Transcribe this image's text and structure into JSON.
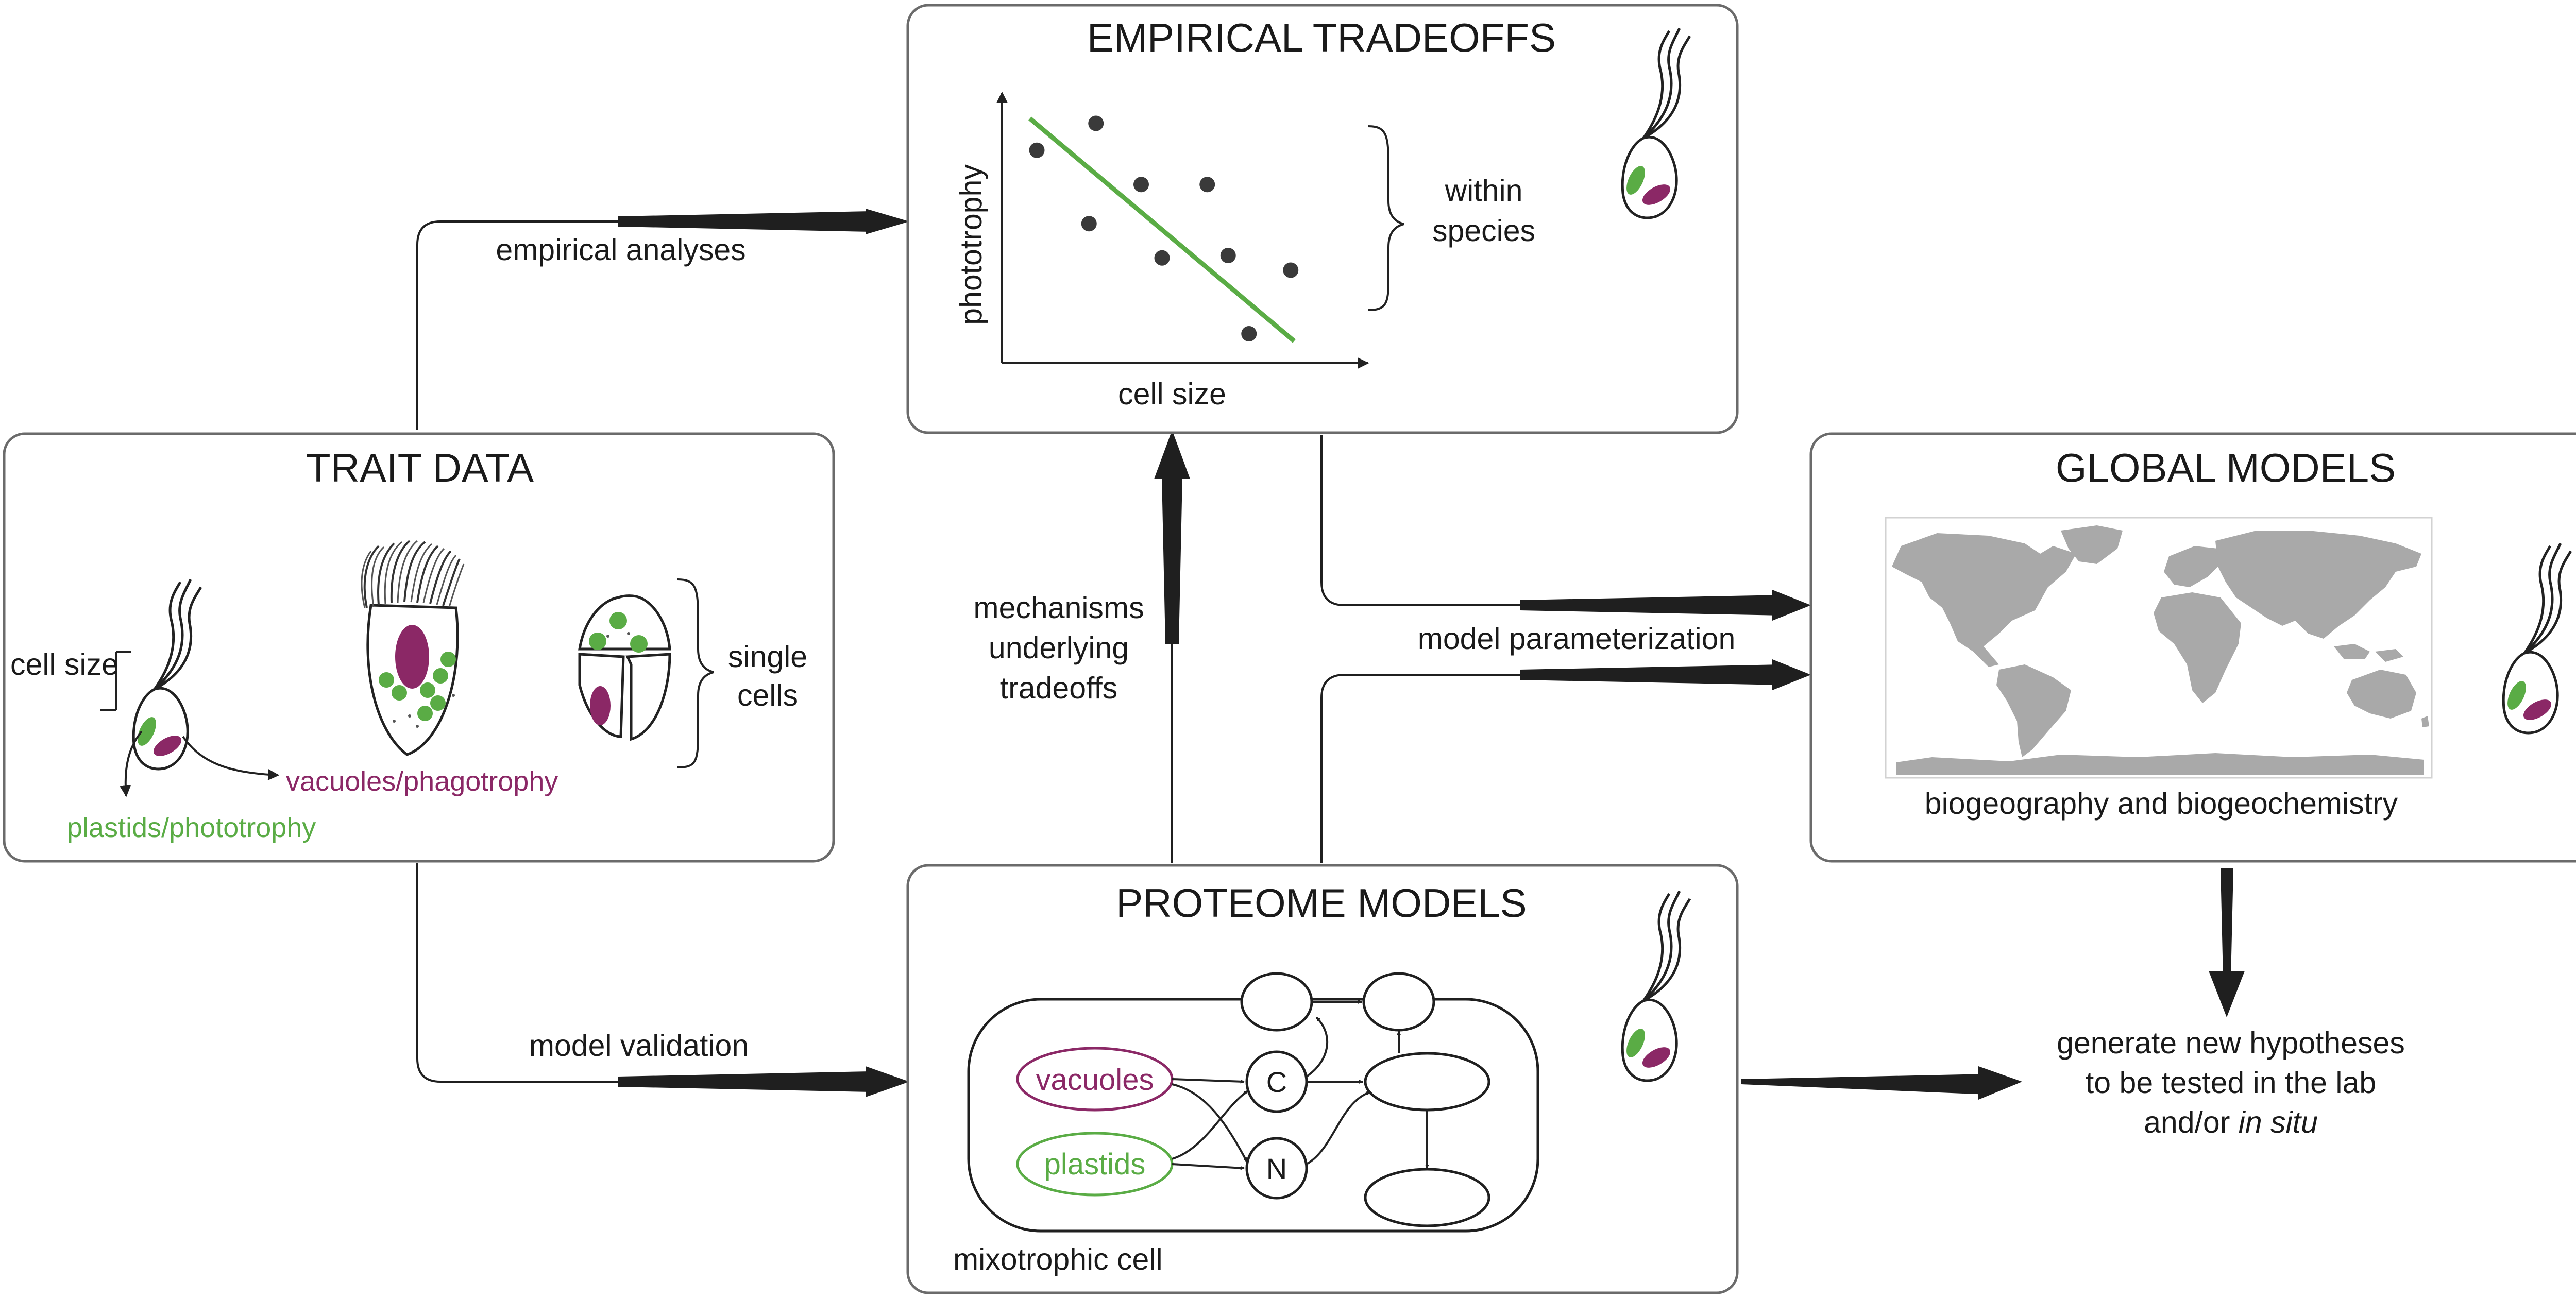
{
  "colors": {
    "green": "#5aac45",
    "purple": "#8b2866",
    "land": "#a9a9a9",
    "border": "#6b6b6b",
    "ink": "#1f1f1f"
  },
  "boxes": {
    "trait_data": {
      "title": "TRAIT DATA",
      "cell_size": "cell size",
      "plastids": "plastids/phototrophy",
      "vacuoles": "vacuoles/phagotrophy",
      "single": "single",
      "cells": "cells"
    },
    "empirical_tradeoffs": {
      "title": "EMPIRICAL TRADEOFFS",
      "ylabel": "phototrophy",
      "xlabel": "cell size",
      "within": "within",
      "species": "species"
    },
    "global_models": {
      "title": "GLOBAL MODELS",
      "caption": "biogeography and biogeochemistry"
    },
    "proteome_models": {
      "title": "PROTEOME MODELS",
      "node_vacuoles": "vacuoles",
      "node_plastids": "plastids",
      "node_c": "C",
      "node_n": "N",
      "caption": "mixotrophic cell"
    }
  },
  "connectors": {
    "empirical_analyses": "empirical analyses",
    "model_validation": "model validation",
    "mechanisms_1": "mechanisms",
    "mechanisms_2": "underlying",
    "mechanisms_3": "tradeoffs",
    "model_parameterization": "model parameterization",
    "hypotheses_1": "generate new hypotheses",
    "hypotheses_2": "to be tested in the lab",
    "hypotheses_3": "and/or ",
    "hypotheses_3_italic": "in situ"
  },
  "chart_data": {
    "type": "scatter",
    "title": "",
    "xlabel": "cell size",
    "ylabel": "phototrophy",
    "axes_ticks": "none",
    "points": [
      [
        0.1,
        0.87
      ],
      [
        0.27,
        0.98
      ],
      [
        0.25,
        0.57
      ],
      [
        0.4,
        0.73
      ],
      [
        0.46,
        0.43
      ],
      [
        0.59,
        0.73
      ],
      [
        0.65,
        0.44
      ],
      [
        0.71,
        0.12
      ],
      [
        0.83,
        0.38
      ]
    ],
    "trend_line": [
      [
        0.08,
        1.0
      ],
      [
        0.84,
        0.09
      ]
    ]
  }
}
